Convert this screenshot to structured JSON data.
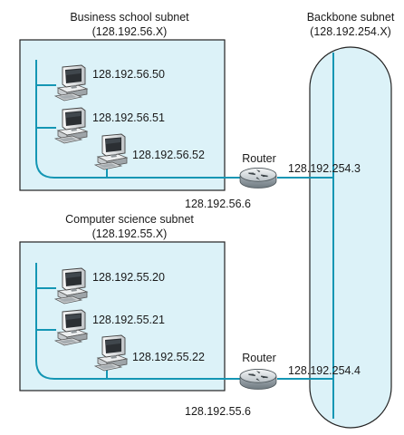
{
  "colors": {
    "subnet_fill": "#dcf2f8",
    "backbone_fill": "#dcf2f8",
    "wire": "#1496b4",
    "border": "#222222"
  },
  "subnets": {
    "business": {
      "title": "Business school subnet",
      "address": "(128.192.56.X)",
      "hosts": [
        "128.192.56.50",
        "128.192.56.51",
        "128.192.56.52"
      ]
    },
    "cs": {
      "title": "Computer science subnet",
      "address": "(128.192.55.X)",
      "hosts": [
        "128.192.55.20",
        "128.192.55.21",
        "128.192.55.22"
      ]
    },
    "backbone": {
      "title": "Backbone subnet",
      "address": "(128.192.254.X)"
    }
  },
  "routers": [
    {
      "label": "Router",
      "backbone_ip": "128.192.254.3",
      "subnet_ip": "128.192.56.6",
      "icon": "router-icon"
    },
    {
      "label": "Router",
      "backbone_ip": "128.192.254.4",
      "subnet_ip": "128.192.55.6",
      "icon": "router-icon"
    }
  ],
  "host_icon": "desktop-computer-icon"
}
